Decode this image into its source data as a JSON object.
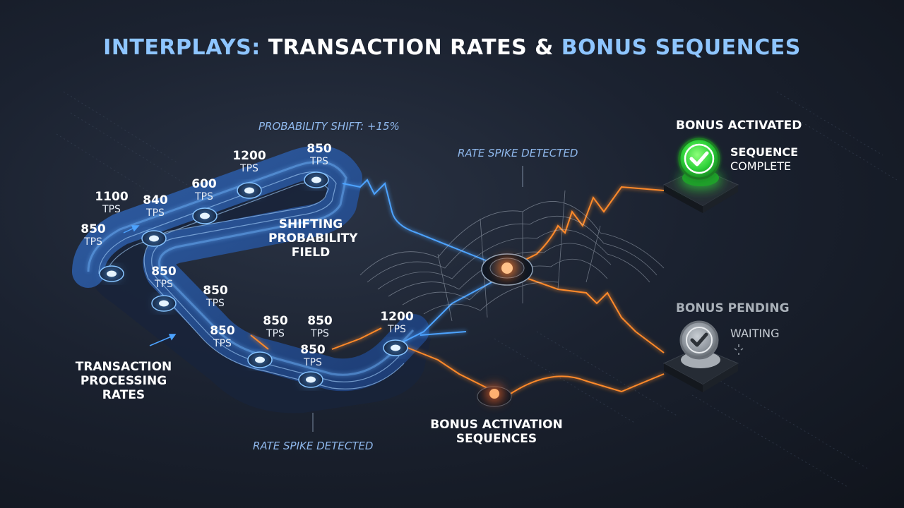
{
  "title": {
    "part1": "INTERPLAYS:",
    "part2": "TRANSACTION RATES &",
    "part3": "BONUS SEQUENCES"
  },
  "annotations": {
    "probability_shift": "PROBABILITY SHIFT: +15%",
    "rate_spike_top": "RATE SPIKE DETECTED",
    "rate_spike_bottom": "RATE SPIKE DETECTED"
  },
  "labels": {
    "field": "SHIFTING PROBABILITY FIELD",
    "field_lines": [
      "SHIFTING",
      "PROBABILITY",
      "FIELD"
    ],
    "transaction_lines": [
      "TRANSACTION",
      "PROCESSING",
      "RATES"
    ],
    "bonus_lines": [
      "BONUS ACTIVATION",
      "SEQUENCES"
    ]
  },
  "unit": "TPS",
  "nodes": [
    {
      "id": "n1",
      "value": "850"
    },
    {
      "id": "n2",
      "value": "1100"
    },
    {
      "id": "n3",
      "value": "840"
    },
    {
      "id": "n4",
      "value": "600"
    },
    {
      "id": "n5",
      "value": "1200"
    },
    {
      "id": "n6",
      "value": "850"
    },
    {
      "id": "n7",
      "value": "850"
    },
    {
      "id": "n8",
      "value": "850"
    },
    {
      "id": "n9",
      "value": "850"
    },
    {
      "id": "n10",
      "value": "850"
    },
    {
      "id": "n11",
      "value": "850"
    },
    {
      "id": "n12",
      "value": "850"
    },
    {
      "id": "n13",
      "value": "1200"
    }
  ],
  "status": {
    "activated": {
      "title": "BONUS ACTIVATED",
      "line1": "SEQUENCE",
      "line2": "COMPLETE",
      "color": "#43e04a"
    },
    "pending": {
      "title": "BONUS PENDING",
      "line1": "WAITING",
      "color": "#9aa3ad"
    }
  },
  "colors": {
    "accent_blue": "#4da3ff",
    "accent_orange": "#ff8a2a",
    "title_blue": "#8ec5ff"
  }
}
